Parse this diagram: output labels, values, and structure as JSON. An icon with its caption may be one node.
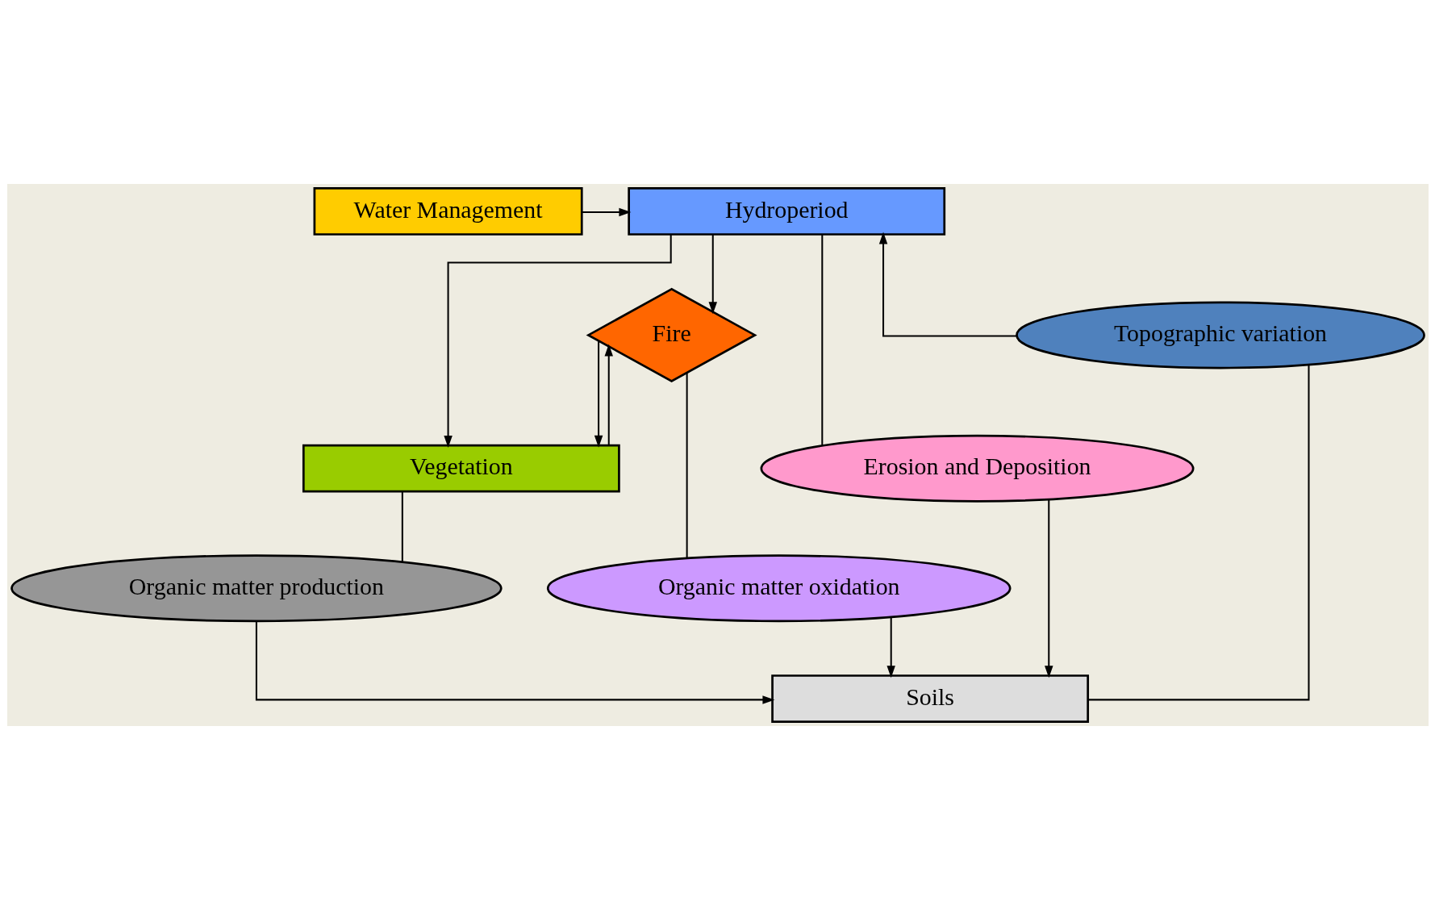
{
  "diagram": {
    "nodes": [
      {
        "text": [
          "Water Management"
        ]
      },
      {
        "text": [
          "Hydroperiod"
        ]
      },
      {
        "text": [
          "Topographic variation"
        ]
      },
      {
        "text": [
          "Fire"
        ]
      },
      {
        "text": [
          "Vegetation"
        ]
      },
      {
        "text": [
          "Erosion and Deposition"
        ]
      },
      {
        "text": [
          "Organic matter production"
        ]
      },
      {
        "text": [
          "Organic matter oxidation"
        ]
      },
      {
        "text": [
          "Soils"
        ]
      }
    ],
    "edges": [
      {
        "from": 0,
        "to": 1,
        "arrow": "to"
      },
      {
        "from": 2,
        "to": 1,
        "arrow": "to"
      },
      {
        "from": 1,
        "to": 3,
        "arrow": "to"
      },
      {
        "from": 1,
        "to": 4,
        "arrow": "to"
      },
      {
        "from": 1,
        "to": 5,
        "arrow": "none"
      },
      {
        "from": 4,
        "to": 3,
        "arrow": "to"
      },
      {
        "from": 3,
        "to": 4,
        "arrow": "to"
      },
      {
        "from": 3,
        "to": 7,
        "arrow": "none"
      },
      {
        "from": 4,
        "to": 6,
        "arrow": "none"
      },
      {
        "from": 6,
        "to": 8,
        "arrow": "to"
      },
      {
        "from": 7,
        "to": 8,
        "arrow": "to"
      },
      {
        "from": 5,
        "to": 8,
        "arrow": "to"
      },
      {
        "from": 2,
        "to": 8,
        "arrow": "none"
      }
    ]
  }
}
